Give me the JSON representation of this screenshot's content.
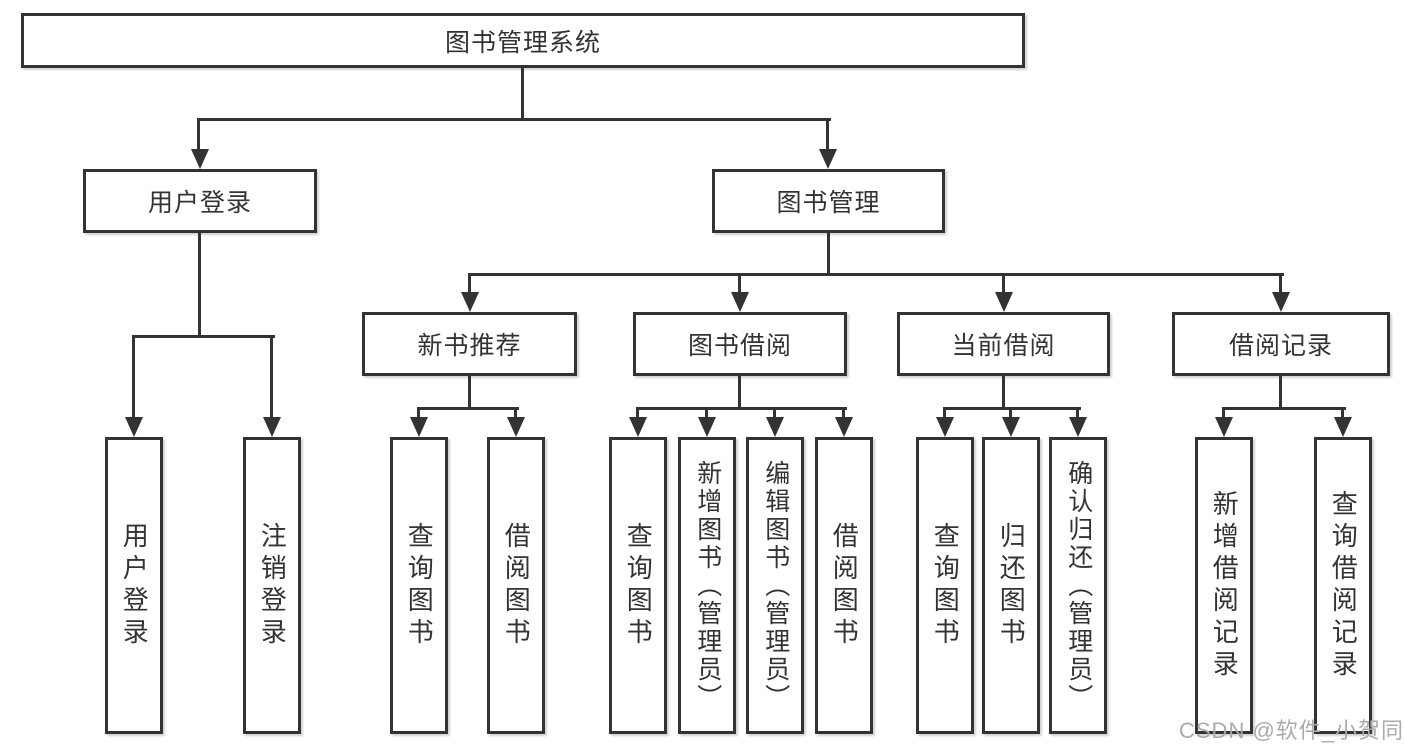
{
  "tree": {
    "root": "图书管理系统",
    "children": [
      {
        "label": "用户登录",
        "children": [
          "用户登录",
          "注销登录"
        ]
      },
      {
        "label": "图书管理",
        "children": [
          {
            "label": "新书推荐",
            "children": [
              "查询图书",
              "借阅图书"
            ]
          },
          {
            "label": "图书借阅",
            "children": [
              "查询图书",
              "新增图书（管理员）",
              "编辑图书（管理员）",
              "借阅图书"
            ]
          },
          {
            "label": "当前借阅",
            "children": [
              "查询图书",
              "归还图书",
              "确认归还（管理员）"
            ]
          },
          {
            "label": "借阅记录",
            "children": [
              "新增借阅记录",
              "查询借阅记录"
            ]
          }
        ]
      }
    ]
  },
  "watermark": {
    "text": "CSDN @软件_小贺同学"
  },
  "colors": {
    "line": "#333333",
    "box_border": "#333333",
    "text": "#333333",
    "watermark": "#ababab",
    "background": "#ffffff"
  }
}
